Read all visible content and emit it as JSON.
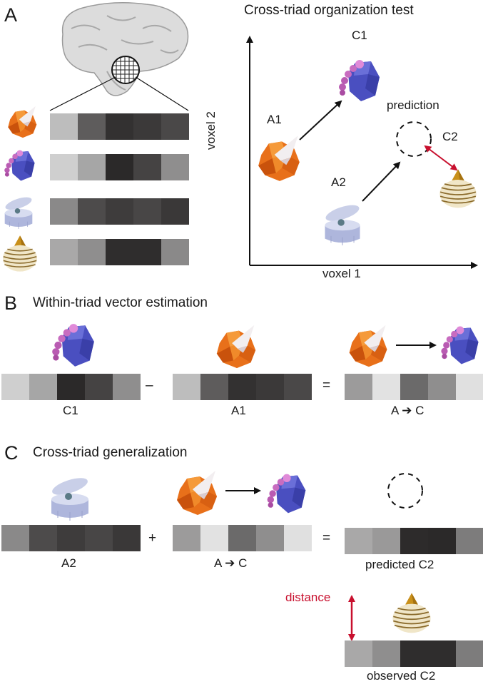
{
  "panels": {
    "a": {
      "letter": "A",
      "title": "Cross-triad organization test",
      "axis_x": "voxel 1",
      "axis_y": "voxel 2",
      "point_labels": {
        "c1": "C1",
        "a1": "A1",
        "a2": "A2",
        "c2": "C2"
      },
      "prediction_label": "prediction",
      "patterns": [
        [
          "#bdbdbd",
          "#5e5c5c",
          "#333131",
          "#3b3939",
          "#4a4848"
        ],
        [
          "#cfcfcf",
          "#a6a6a6",
          "#2b2929",
          "#454343",
          "#8f8e8e"
        ],
        [
          "#8a8989",
          "#4d4b4b",
          "#3e3c3c",
          "#484646",
          "#3a3838"
        ],
        [
          "#a9a8a8",
          "#8f8e8e",
          "#2f2d2d",
          "#2f2d2d",
          "#8a8989"
        ]
      ]
    },
    "b": {
      "letter": "B",
      "title": "Within-triad vector estimation",
      "minus": "–",
      "equals": "=",
      "labels": {
        "c1": "C1",
        "a1": "A1",
        "vector": "A ➔ C"
      },
      "pattern_c1": [
        "#cfcfcf",
        "#a6a6a6",
        "#2b2929",
        "#454343",
        "#8f8e8e"
      ],
      "pattern_a1": [
        "#bdbdbd",
        "#5e5c5c",
        "#333131",
        "#3b3939",
        "#4a4848"
      ],
      "pattern_vec": [
        "#9c9b9b",
        "#e2e2e2",
        "#6b6a6a",
        "#8f8e8e",
        "#e0e0e0"
      ]
    },
    "c": {
      "letter": "C",
      "title": "Cross-triad generalization",
      "plus": "+",
      "equals": "=",
      "labels": {
        "a2": "A2",
        "vector": "A ➔ C",
        "predicted": "predicted C2",
        "observed": "observed C2",
        "distance": "distance"
      },
      "pattern_a2": [
        "#8a8989",
        "#4d4b4b",
        "#3e3c3c",
        "#484646",
        "#3a3838"
      ],
      "pattern_vec": [
        "#9c9b9b",
        "#e2e2e2",
        "#6b6a6a",
        "#8f8e8e",
        "#e0e0e0"
      ],
      "pattern_pred": [
        "#a9a8a8",
        "#9a9999",
        "#2d2b2b",
        "#2b2929",
        "#7d7c7c"
      ],
      "pattern_obs": [
        "#a9a8a8",
        "#8f8e8e",
        "#2f2d2d",
        "#2f2d2d",
        "#7d7c7c"
      ]
    }
  },
  "colors": {
    "accent_red": "#c8102e",
    "arrow": "#111111"
  }
}
